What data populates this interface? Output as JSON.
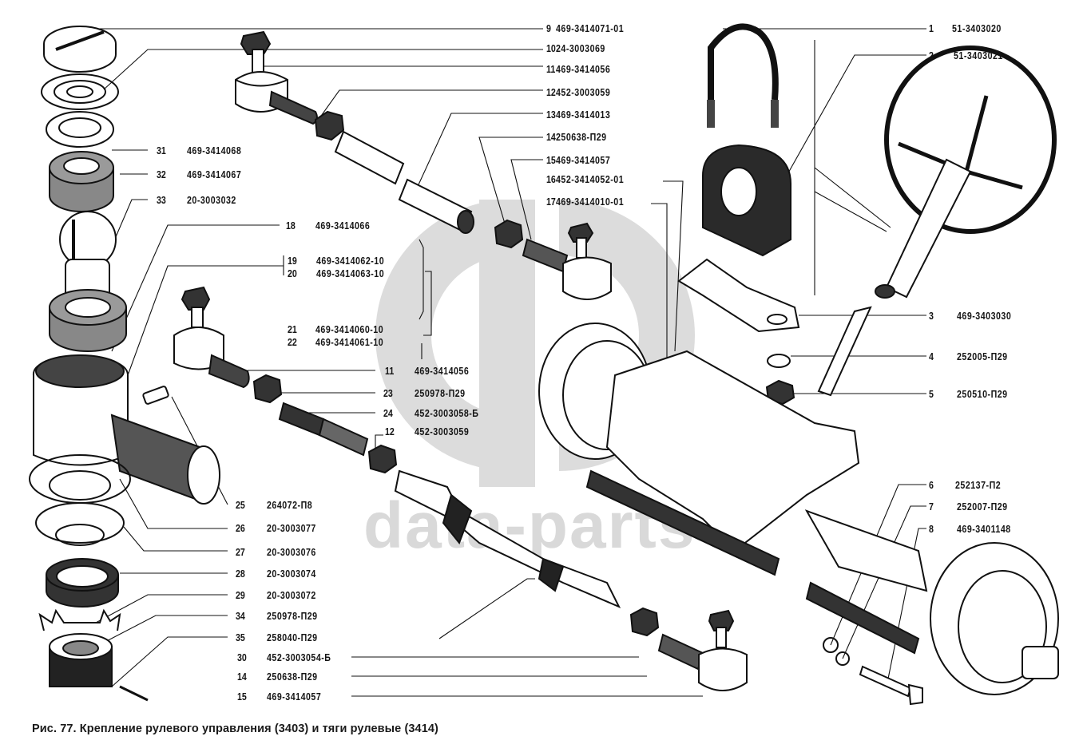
{
  "figure": {
    "caption": "Рис. 77. Крепление рулевого управления (3403) и тяги рулевые (3414)"
  },
  "watermark": {
    "text": "data-parts",
    "color": "#d9d9d9"
  },
  "callouts": [
    {
      "num": "1",
      "part": "51-3403020"
    },
    {
      "num": "2",
      "part": "51-3403021"
    },
    {
      "num": "3",
      "part": "469-3403030"
    },
    {
      "num": "4",
      "part": "252005-П29"
    },
    {
      "num": "5",
      "part": "250510-П29"
    },
    {
      "num": "6",
      "part": "252137-П2"
    },
    {
      "num": "7",
      "part": "252007-П29"
    },
    {
      "num": "8",
      "part": "469-3401148"
    },
    {
      "num": "9",
      "part": "469-3414071-01"
    },
    {
      "num": "10",
      "part": "24-3003069"
    },
    {
      "num": "11",
      "part": "469-3414056"
    },
    {
      "num": "12",
      "part": "452-3003059"
    },
    {
      "num": "13",
      "part": "469-3414013"
    },
    {
      "num": "14",
      "part": "250638-П29"
    },
    {
      "num": "15",
      "part": "469-3414057"
    },
    {
      "num": "16",
      "part": "452-3414052-01"
    },
    {
      "num": "17",
      "part": "469-3414010-01"
    },
    {
      "num": "18",
      "part": "469-3414066"
    },
    {
      "num": "19",
      "part": "469-3414062-10"
    },
    {
      "num": "20",
      "part": "469-3414063-10"
    },
    {
      "num": "21",
      "part": "469-3414060-10"
    },
    {
      "num": "22",
      "part": "469-3414061-10"
    },
    {
      "num": "11",
      "part": "469-3414056"
    },
    {
      "num": "23",
      "part": "250978-П29"
    },
    {
      "num": "24",
      "part": "452-3003058-Б"
    },
    {
      "num": "12",
      "part": "452-3003059"
    },
    {
      "num": "31",
      "part": "469-3414068"
    },
    {
      "num": "32",
      "part": "469-3414067"
    },
    {
      "num": "33",
      "part": "20-3003032"
    },
    {
      "num": "25",
      "part": "264072-П8"
    },
    {
      "num": "26",
      "part": "20-3003077"
    },
    {
      "num": "27",
      "part": "20-3003076"
    },
    {
      "num": "28",
      "part": "20-3003074"
    },
    {
      "num": "29",
      "part": "20-3003072"
    },
    {
      "num": "34",
      "part": "250978-П29"
    },
    {
      "num": "35",
      "part": "258040-П29"
    },
    {
      "num": "30",
      "part": "452-3003054-Б"
    },
    {
      "num": "14",
      "part": "250638-П29"
    },
    {
      "num": "15",
      "part": "469-3414057"
    }
  ]
}
